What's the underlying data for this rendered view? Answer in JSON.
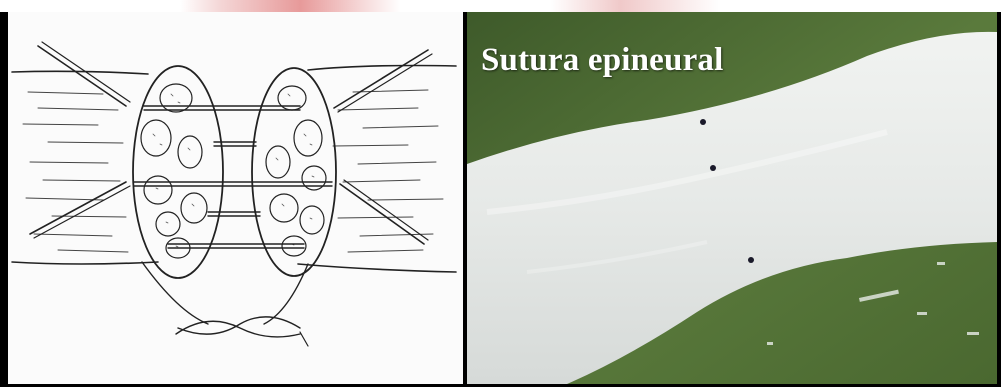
{
  "photo": {
    "caption": "Sutura epineural"
  },
  "colors": {
    "frame": "#000000",
    "drawing_background": "#fbfbfb",
    "tissue_green": "#4f6a34",
    "nerve_white": "#e9ecea"
  },
  "icons": {
    "drawing": "nerve-suture-illustration",
    "photo": "nerve-photo"
  }
}
